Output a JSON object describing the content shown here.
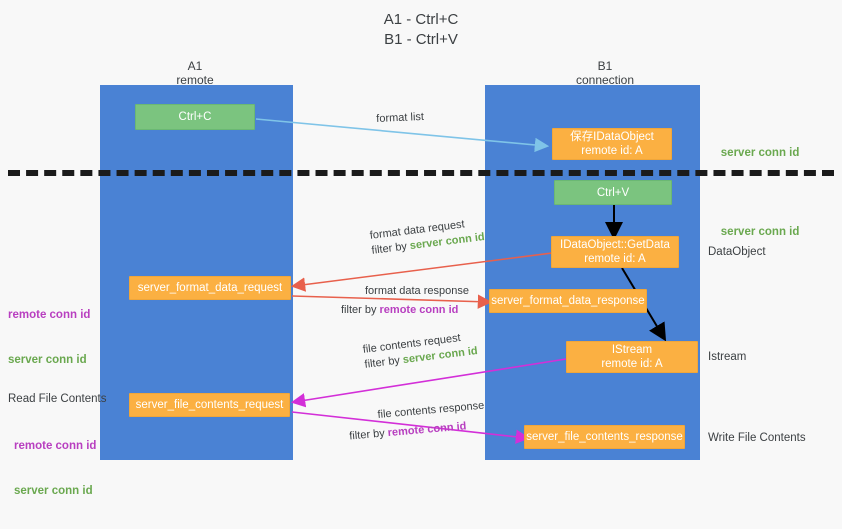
{
  "title": "A1 - Ctrl+C\nB1 - Ctrl+V",
  "colors": {
    "lane": "#4a82d4",
    "green_node": "#7bc47f",
    "orange_node": "#fbb042",
    "server_conn_id": "#6aa84f",
    "remote_conn_id": "#b83fc0",
    "arrow_lightblue": "#7fc4e8",
    "arrow_red": "#e8604c",
    "arrow_magenta": "#d32fd8",
    "arrow_black": "#000000",
    "dash_line": "#1b1b1b"
  },
  "columns": [
    {
      "key": "a1",
      "title": "A1",
      "subtitle": "remote",
      "label": "A1\nremote"
    },
    {
      "key": "b1",
      "title": "B1",
      "subtitle": "connection",
      "label": "B1\nconnection"
    }
  ],
  "nodes": [
    {
      "id": "ctrl-c",
      "label": "Ctrl+C",
      "style": "green"
    },
    {
      "id": "save-idataobject",
      "label": "保存IDataObject\nremote id: A",
      "style": "orange"
    },
    {
      "id": "ctrl-v",
      "label": "Ctrl+V",
      "style": "green"
    },
    {
      "id": "idataobject-getdata",
      "label": "IDataObject::GetData\nremote id: A",
      "style": "orange"
    },
    {
      "id": "server-format-data-request",
      "label": "server_format_data_request",
      "style": "orange"
    },
    {
      "id": "server-format-data-response",
      "label": "server_format_data_response",
      "style": "orange"
    },
    {
      "id": "istream",
      "label": "IStream\nremote id: A",
      "style": "orange"
    },
    {
      "id": "server-file-contents-request",
      "label": "server_file_contents_request",
      "style": "orange"
    },
    {
      "id": "server-file-contents-response",
      "label": "server_file_contents_response",
      "style": "orange"
    }
  ],
  "side_labels": [
    {
      "id": "server-conn-id-1",
      "text": "server conn id",
      "kind": "green"
    },
    {
      "id": "server-conn-id-2",
      "text": "server conn id",
      "kind": "green"
    },
    {
      "id": "dataobject",
      "text": "DataObject",
      "kind": "plain"
    },
    {
      "id": "istream-label",
      "text": "Istream",
      "kind": "plain"
    },
    {
      "id": "write-file-contents",
      "text": "Write File Contents",
      "kind": "plain"
    },
    {
      "id": "read-file-contents",
      "text": "Read File Contents",
      "kind": "plain"
    }
  ],
  "left_legend": [
    {
      "id": "legend-mid",
      "remote": "remote conn id",
      "server": "server conn id"
    },
    {
      "id": "legend-bottom",
      "remote": "remote conn id",
      "server": "server conn id"
    }
  ],
  "edge_labels": [
    {
      "id": "format-list",
      "line1": "format list",
      "line2": "",
      "filter": "",
      "filter_kind": ""
    },
    {
      "id": "format-data-request",
      "line1": "format data request",
      "line2": "filter by ",
      "filter": "server conn id",
      "filter_kind": "green"
    },
    {
      "id": "format-data-response",
      "line1": "format data response",
      "line2": "filter by ",
      "filter": "remote conn id",
      "filter_kind": "purple"
    },
    {
      "id": "file-contents-request",
      "line1": "file contents request",
      "line2": "filter by ",
      "filter": "server conn id",
      "filter_kind": "green"
    },
    {
      "id": "file-contents-response",
      "line1": "file contents response",
      "line2": "filter by ",
      "filter": "remote conn id",
      "filter_kind": "purple"
    }
  ]
}
